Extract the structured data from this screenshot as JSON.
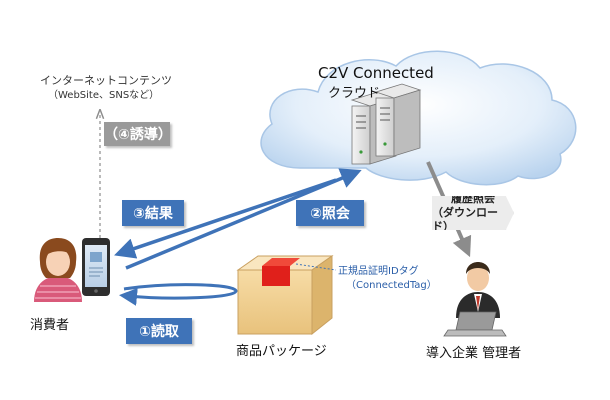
{
  "cloud": {
    "title": "C2V Connected",
    "subtitle": "クラウド"
  },
  "internet": {
    "title": "インターネットコンテンツ",
    "subtitle": "（WebSite、SNSなど）"
  },
  "steps": {
    "read": "①読取",
    "inquiry": "②照会",
    "result": "③結果",
    "guide": "（④誘導）"
  },
  "history": {
    "line1": "履歴照会",
    "line2": "（ダウンロード）"
  },
  "consumer": {
    "label": "消費者"
  },
  "package": {
    "label": "商品パッケージ"
  },
  "tag": {
    "line1": "正規品証明IDタグ",
    "line2": "（ConnectedTag）"
  },
  "admin": {
    "label": "導入企業 管理者"
  },
  "colors": {
    "accent_blue": "#3f73b8",
    "arrow_gray": "#8c8c8c",
    "cloud_blue": "#cfe2f6",
    "package_tan": "#f2d49a",
    "tag_red": "#e0201b"
  }
}
